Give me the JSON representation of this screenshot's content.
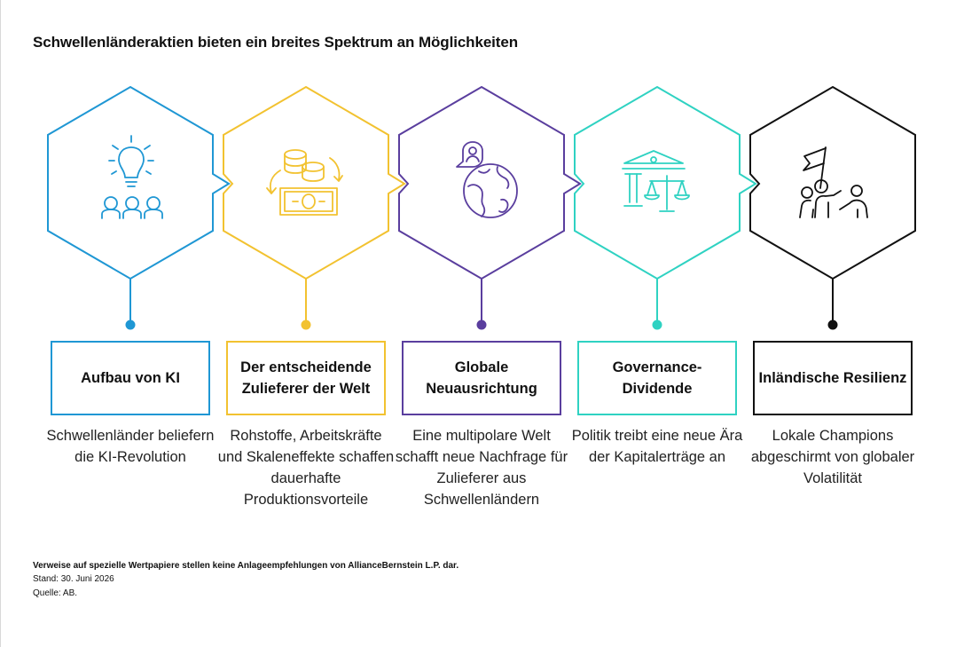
{
  "title": "Schwellenländeraktien bieten ein breites Spektrum an Möglichkeiten",
  "colors": {
    "item1": "#1f97d4",
    "item2": "#f2c230",
    "item3": "#5a3e9e",
    "item4": "#2fd2c2",
    "item5": "#111111"
  },
  "items": [
    {
      "icon": "lightbulb-people-icon",
      "label": "Aufbau von KI",
      "description": "Schwellenländer beliefern die KI-Revolution"
    },
    {
      "icon": "coins-cash-cycle-icon",
      "label": "Der entscheidende Zulieferer der Welt",
      "description": "Rohstoffe, Arbeitskräfte und Skaleneffekte schaffen dauerhafte Produktionsvorteile"
    },
    {
      "icon": "globe-person-icon",
      "label": "Globale Neuausrichtung",
      "description": "Eine multipolare Welt schafft neue Nachfrage für Zulieferer aus Schwellenländern"
    },
    {
      "icon": "government-scales-icon",
      "label": "Governance-Dividende",
      "description": "Politik treibt eine neue Ära der Kapitalerträge an"
    },
    {
      "icon": "people-flag-icon",
      "label": "Inländische Resilienz",
      "description": "Lokale Champions abgeschirmt von globaler Volatilität"
    }
  ],
  "footer": {
    "disclaimer": "Verweise auf spezielle Wertpapiere stellen keine Anlageempfehlungen von AllianceBernstein L.P. dar.",
    "date": "Stand: 30. Juni 2026",
    "source": "Quelle: AB."
  }
}
